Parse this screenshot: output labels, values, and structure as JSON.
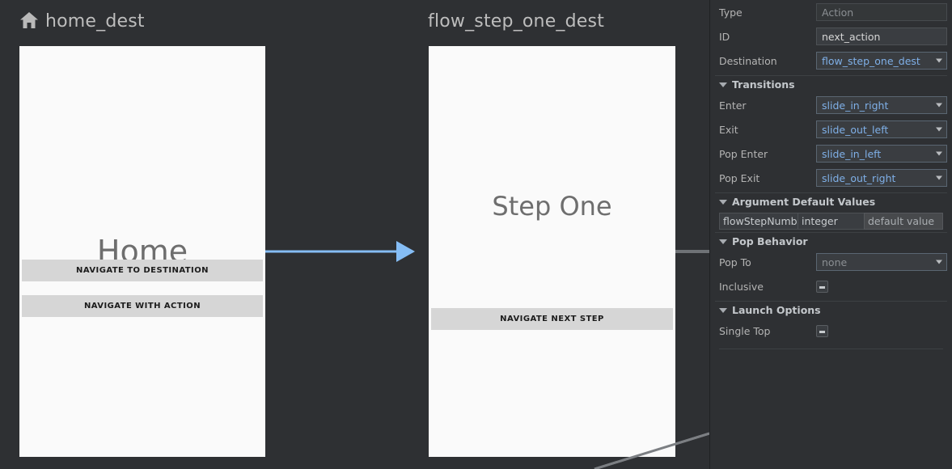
{
  "canvas": {
    "background": "#2e3033",
    "destinations": [
      {
        "id": "home-dest",
        "title": "home_dest",
        "icon": "home-icon",
        "screen_label": "Home",
        "buttons": [
          {
            "label": "NAVIGATE TO DESTINATION"
          },
          {
            "label": "NAVIGATE WITH ACTION"
          }
        ]
      },
      {
        "id": "flow-step-one-dest",
        "title": "flow_step_one_dest",
        "icon": null,
        "screen_label": "Step One",
        "buttons": [
          {
            "label": "NAVIGATE NEXT STEP"
          }
        ]
      }
    ],
    "edges": [
      {
        "name": "selected-action-edge",
        "color": "#85bdf5",
        "style": "arrow"
      },
      {
        "name": "secondary-edge",
        "color": "#6f7276",
        "style": "line"
      },
      {
        "name": "diagonal-edge",
        "color": "#7c7f83",
        "style": "line"
      }
    ]
  },
  "panel": {
    "type": {
      "label": "Type",
      "value": "",
      "placeholder": "Action"
    },
    "id": {
      "label": "ID",
      "value": "next_action"
    },
    "destination": {
      "label": "Destination",
      "value": "flow_step_one_dest"
    },
    "transitions": {
      "title": "Transitions",
      "rows": [
        {
          "label": "Enter",
          "value": "slide_in_right"
        },
        {
          "label": "Exit",
          "value": "slide_out_left"
        },
        {
          "label": "Pop Enter",
          "value": "slide_in_left"
        },
        {
          "label": "Pop Exit",
          "value": "slide_out_right"
        }
      ]
    },
    "argument_default_values": {
      "title": "Argument Default Values",
      "rows": [
        {
          "name": "flowStepNumbe",
          "type": "integer",
          "default_placeholder": "default value"
        }
      ]
    },
    "pop_behavior": {
      "title": "Pop Behavior",
      "pop_to": {
        "label": "Pop To",
        "value": "none"
      },
      "inclusive": {
        "label": "Inclusive",
        "checked": "indeterminate"
      }
    },
    "launch_options": {
      "title": "Launch Options",
      "single_top": {
        "label": "Single Top",
        "checked": "indeterminate"
      }
    }
  }
}
